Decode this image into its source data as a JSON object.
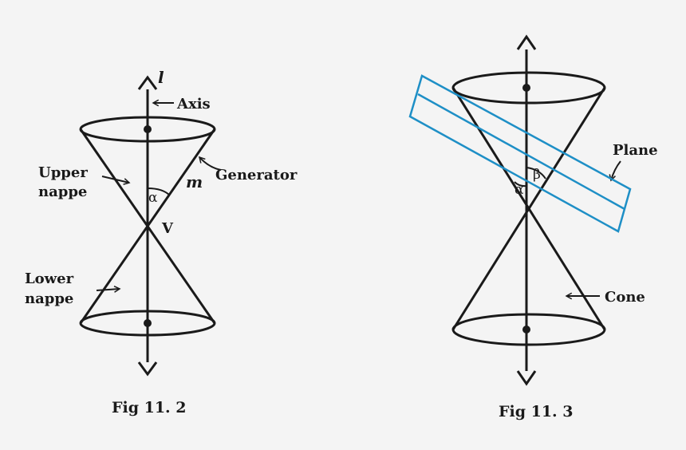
{
  "colors": {
    "ink": "#1a1a1a",
    "plane": "#1e8fc6",
    "background": "#f4f4f4"
  },
  "fig1": {
    "axis_symbol": "l",
    "axis_label": "Axis",
    "upper_nappe_line1": "Upper",
    "upper_nappe_line2": "nappe",
    "lower_nappe_line1": "Lower",
    "lower_nappe_line2": "nappe",
    "generator_label": "Generator",
    "generator_symbol": "m",
    "angle_symbol": "α",
    "vertex_label": "V",
    "caption": "Fig 11. 2"
  },
  "fig2": {
    "plane_label": "Plane",
    "cone_label": "Cone",
    "angle_alpha": "α",
    "angle_beta": "β",
    "caption": "Fig 11. 3"
  }
}
